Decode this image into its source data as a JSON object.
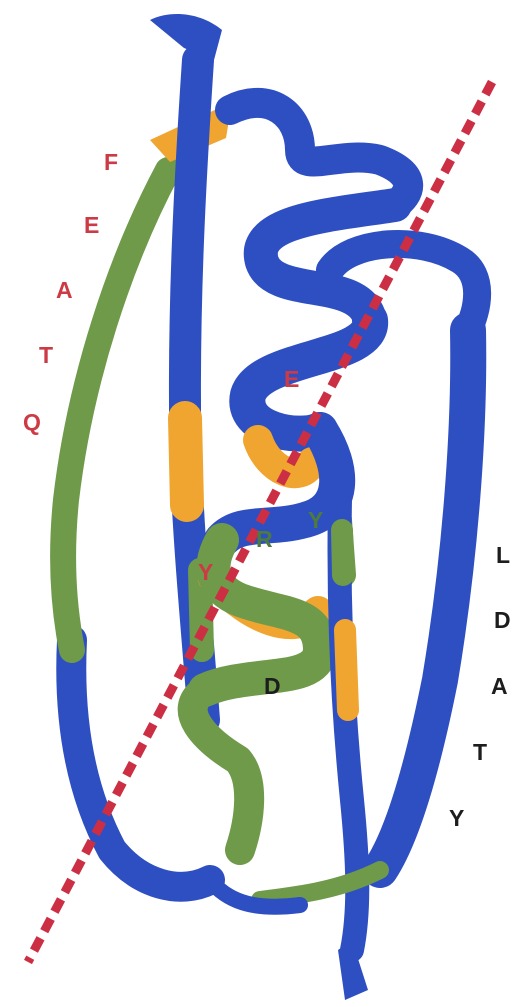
{
  "colors": {
    "background": "#ffffff",
    "strand_blue": "#2e4fc2",
    "green_segment": "#6e9a4a",
    "orange_segment": "#f0a530",
    "dashed_axis": "#cc2f43",
    "label_red": "#cc3b45",
    "label_black": "#1d1d1d",
    "label_green_on_helix": "#4d7a3f"
  },
  "labels": {
    "left_strand": [
      "F",
      "E",
      "A",
      "T",
      "Q"
    ],
    "right_strand": [
      "L",
      "D",
      "A",
      "T",
      "Y"
    ],
    "helix": {
      "e": "E",
      "r": "R",
      "y_upper": "Y",
      "y_lower": "Y",
      "d": "D"
    }
  }
}
